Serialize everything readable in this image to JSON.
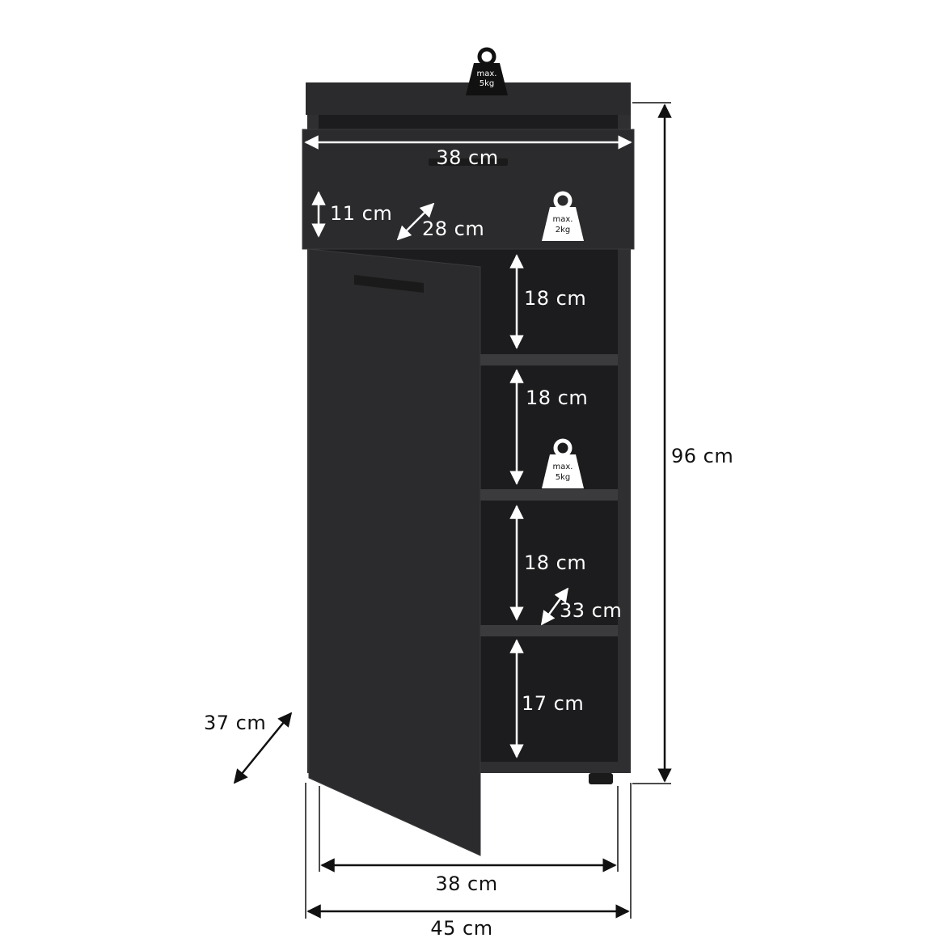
{
  "colors": {
    "cabinet": "#2b2b2d",
    "cabinet_edge": "#3a3a3c",
    "interior": "#1c1c1e",
    "shelf": "#3b3b3d",
    "handle": "#1a1a1a",
    "arrow_dark": "#111111",
    "arrow_light": "#ffffff",
    "background": "#ffffff"
  },
  "dimensions": {
    "drawer_width": "38 cm",
    "drawer_height": "11 cm",
    "drawer_depth": "28 cm",
    "shelf_1_height": "18 cm",
    "shelf_2_height": "18 cm",
    "shelf_3_height": "18 cm",
    "shelf_depth": "33 cm",
    "shelf_4_height": "17 cm",
    "total_height": "96 cm",
    "door_depth": "37 cm",
    "inner_width": "38 cm",
    "total_width": "45 cm"
  },
  "weights": {
    "top": {
      "line1": "max.",
      "line2": "5kg"
    },
    "drawer": {
      "line1": "max.",
      "line2": "2kg"
    },
    "shelf": {
      "line1": "max.",
      "line2": "5kg"
    }
  }
}
